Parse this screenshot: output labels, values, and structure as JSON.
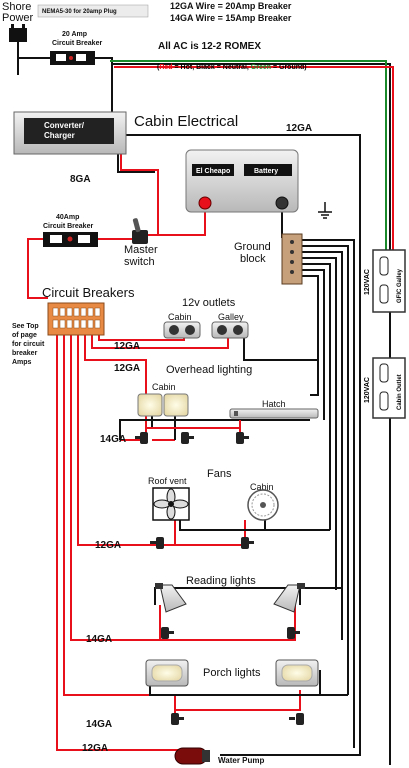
{
  "header": {
    "shore_power": [
      "Shore",
      "Power"
    ],
    "plug_adapter": "NEMA5-30 for 20amp Plug",
    "wire_rule_1": "12GA Wire = 20Amp Breaker",
    "wire_rule_2": "14GA Wire = 15Amp Breaker",
    "ac_note": "All AC is 12-2 ROMEX",
    "color_key": {
      "red": "Red",
      "hot": " = Hot, ",
      "black": "Black",
      "neutral": " = Neutral, ",
      "green": "Green",
      "ground": " = Ground)",
      "open": "("
    }
  },
  "ac_breaker": [
    "20 Amp",
    "Circuit Breaker"
  ],
  "converter": [
    "Converter/",
    "Charger"
  ],
  "cabin_electrical": "Cabin Electrical",
  "battery": {
    "brand": "El Cheapo",
    "label": "Battery"
  },
  "dc_breaker": [
    "40Amp",
    "Circuit Breaker"
  ],
  "master_switch": [
    "Master",
    "switch"
  ],
  "ground_block": [
    "Ground",
    "block"
  ],
  "circuit_breakers": "Circuit Breakers",
  "see_top_note": [
    "See Top",
    "of page",
    "for circuit",
    "breaker",
    "Amps"
  ],
  "outlets": {
    "title": "12v outlets",
    "cabin": "Cabin",
    "galley": "Galley"
  },
  "ac_outlets": {
    "galley": "GFIC Galley",
    "galley_volt": "120VAC",
    "cabin": "Cabin Outlet",
    "cabin_volt": "120VAC"
  },
  "overhead": {
    "title": "Overhead lighting",
    "cabin": "Cabin",
    "hatch": "Hatch"
  },
  "fans": {
    "title": "Fans",
    "roof": "Roof vent",
    "cabin": "Cabin"
  },
  "reading": {
    "title": "Reading lights"
  },
  "porch": {
    "title": "Porch lights"
  },
  "pump": "Water Pump",
  "gauges": {
    "top": "12GA",
    "converter": "8GA",
    "outlets": "12GA",
    "overhead": "12GA",
    "overhead_switch": "14GA",
    "fans": "12GA",
    "reading": "14GA",
    "porch": "14GA",
    "pump": "12GA"
  },
  "wire_colors": {
    "hot": "#e8101a",
    "neutral": "#111111",
    "ground": "#1a8a2a"
  }
}
